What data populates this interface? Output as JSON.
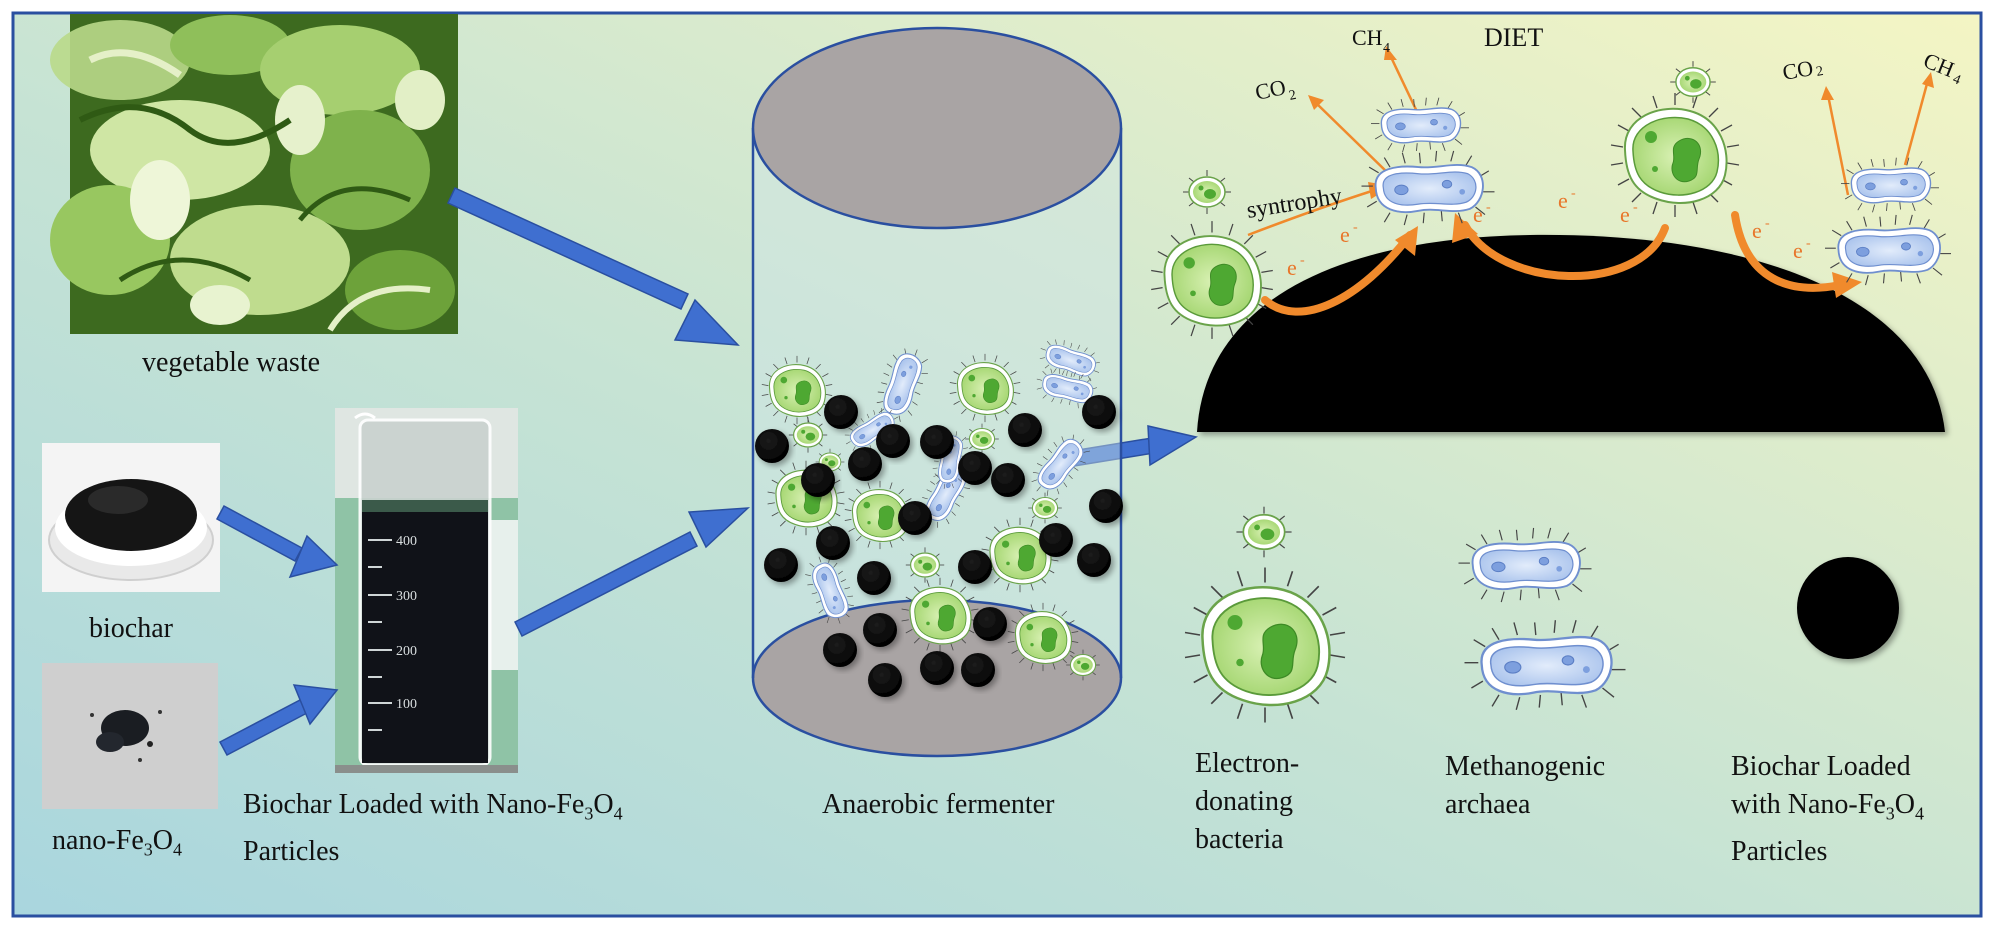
{
  "labels": {
    "vegetable_waste": "vegetable waste",
    "biochar": "biochar",
    "nano_fe3o4_prefix": "nano-Fe",
    "nano_fe3o4_sub1": "3",
    "nano_fe3o4_mid": "O",
    "nano_fe3o4_sub2": "4",
    "loaded_line1_prefix": "Biochar Loaded with Nano-Fe",
    "loaded_line1_sub1": "3",
    "loaded_line1_mid": "O",
    "loaded_line1_sub2": "4",
    "loaded_line2": "Particles",
    "anaerobic_fermenter": "Anaerobic fermenter",
    "diet": "DIET",
    "syntrophy": "syntrophy",
    "electron": "e",
    "electron_sup": "-",
    "ch4_main": "CH",
    "ch4_sub": "4",
    "co2_main": "CO",
    "co2_sub": "2"
  },
  "legend": {
    "bacteria_line1": "Electron-",
    "bacteria_line2": "donating",
    "bacteria_line3": "bacteria",
    "archaea_line1": "Methanogenic",
    "archaea_line2": "archaea",
    "particle_line1": "Biochar Loaded",
    "particle_line2_prefix": "with Nano-Fe",
    "particle_line2_sub1": "3",
    "particle_line2_mid": "O",
    "particle_line2_sub2": "4",
    "particle_line3": "Particles"
  },
  "beaker": {
    "tick_400": "400",
    "tick_300": "300",
    "tick_200": "200",
    "tick_100": "100"
  },
  "colors": {
    "background_left": "#b7dcd6",
    "background_right": "#f2f4c8",
    "frame": "#2a4fa0",
    "arrow_blue": "#3f6fd0",
    "arrow_orange": "#f08a2c",
    "bacteria_green": "#9fd36a",
    "archaea_blue": "#b9cdef",
    "fermenter_gray": "#a9a4a4"
  }
}
